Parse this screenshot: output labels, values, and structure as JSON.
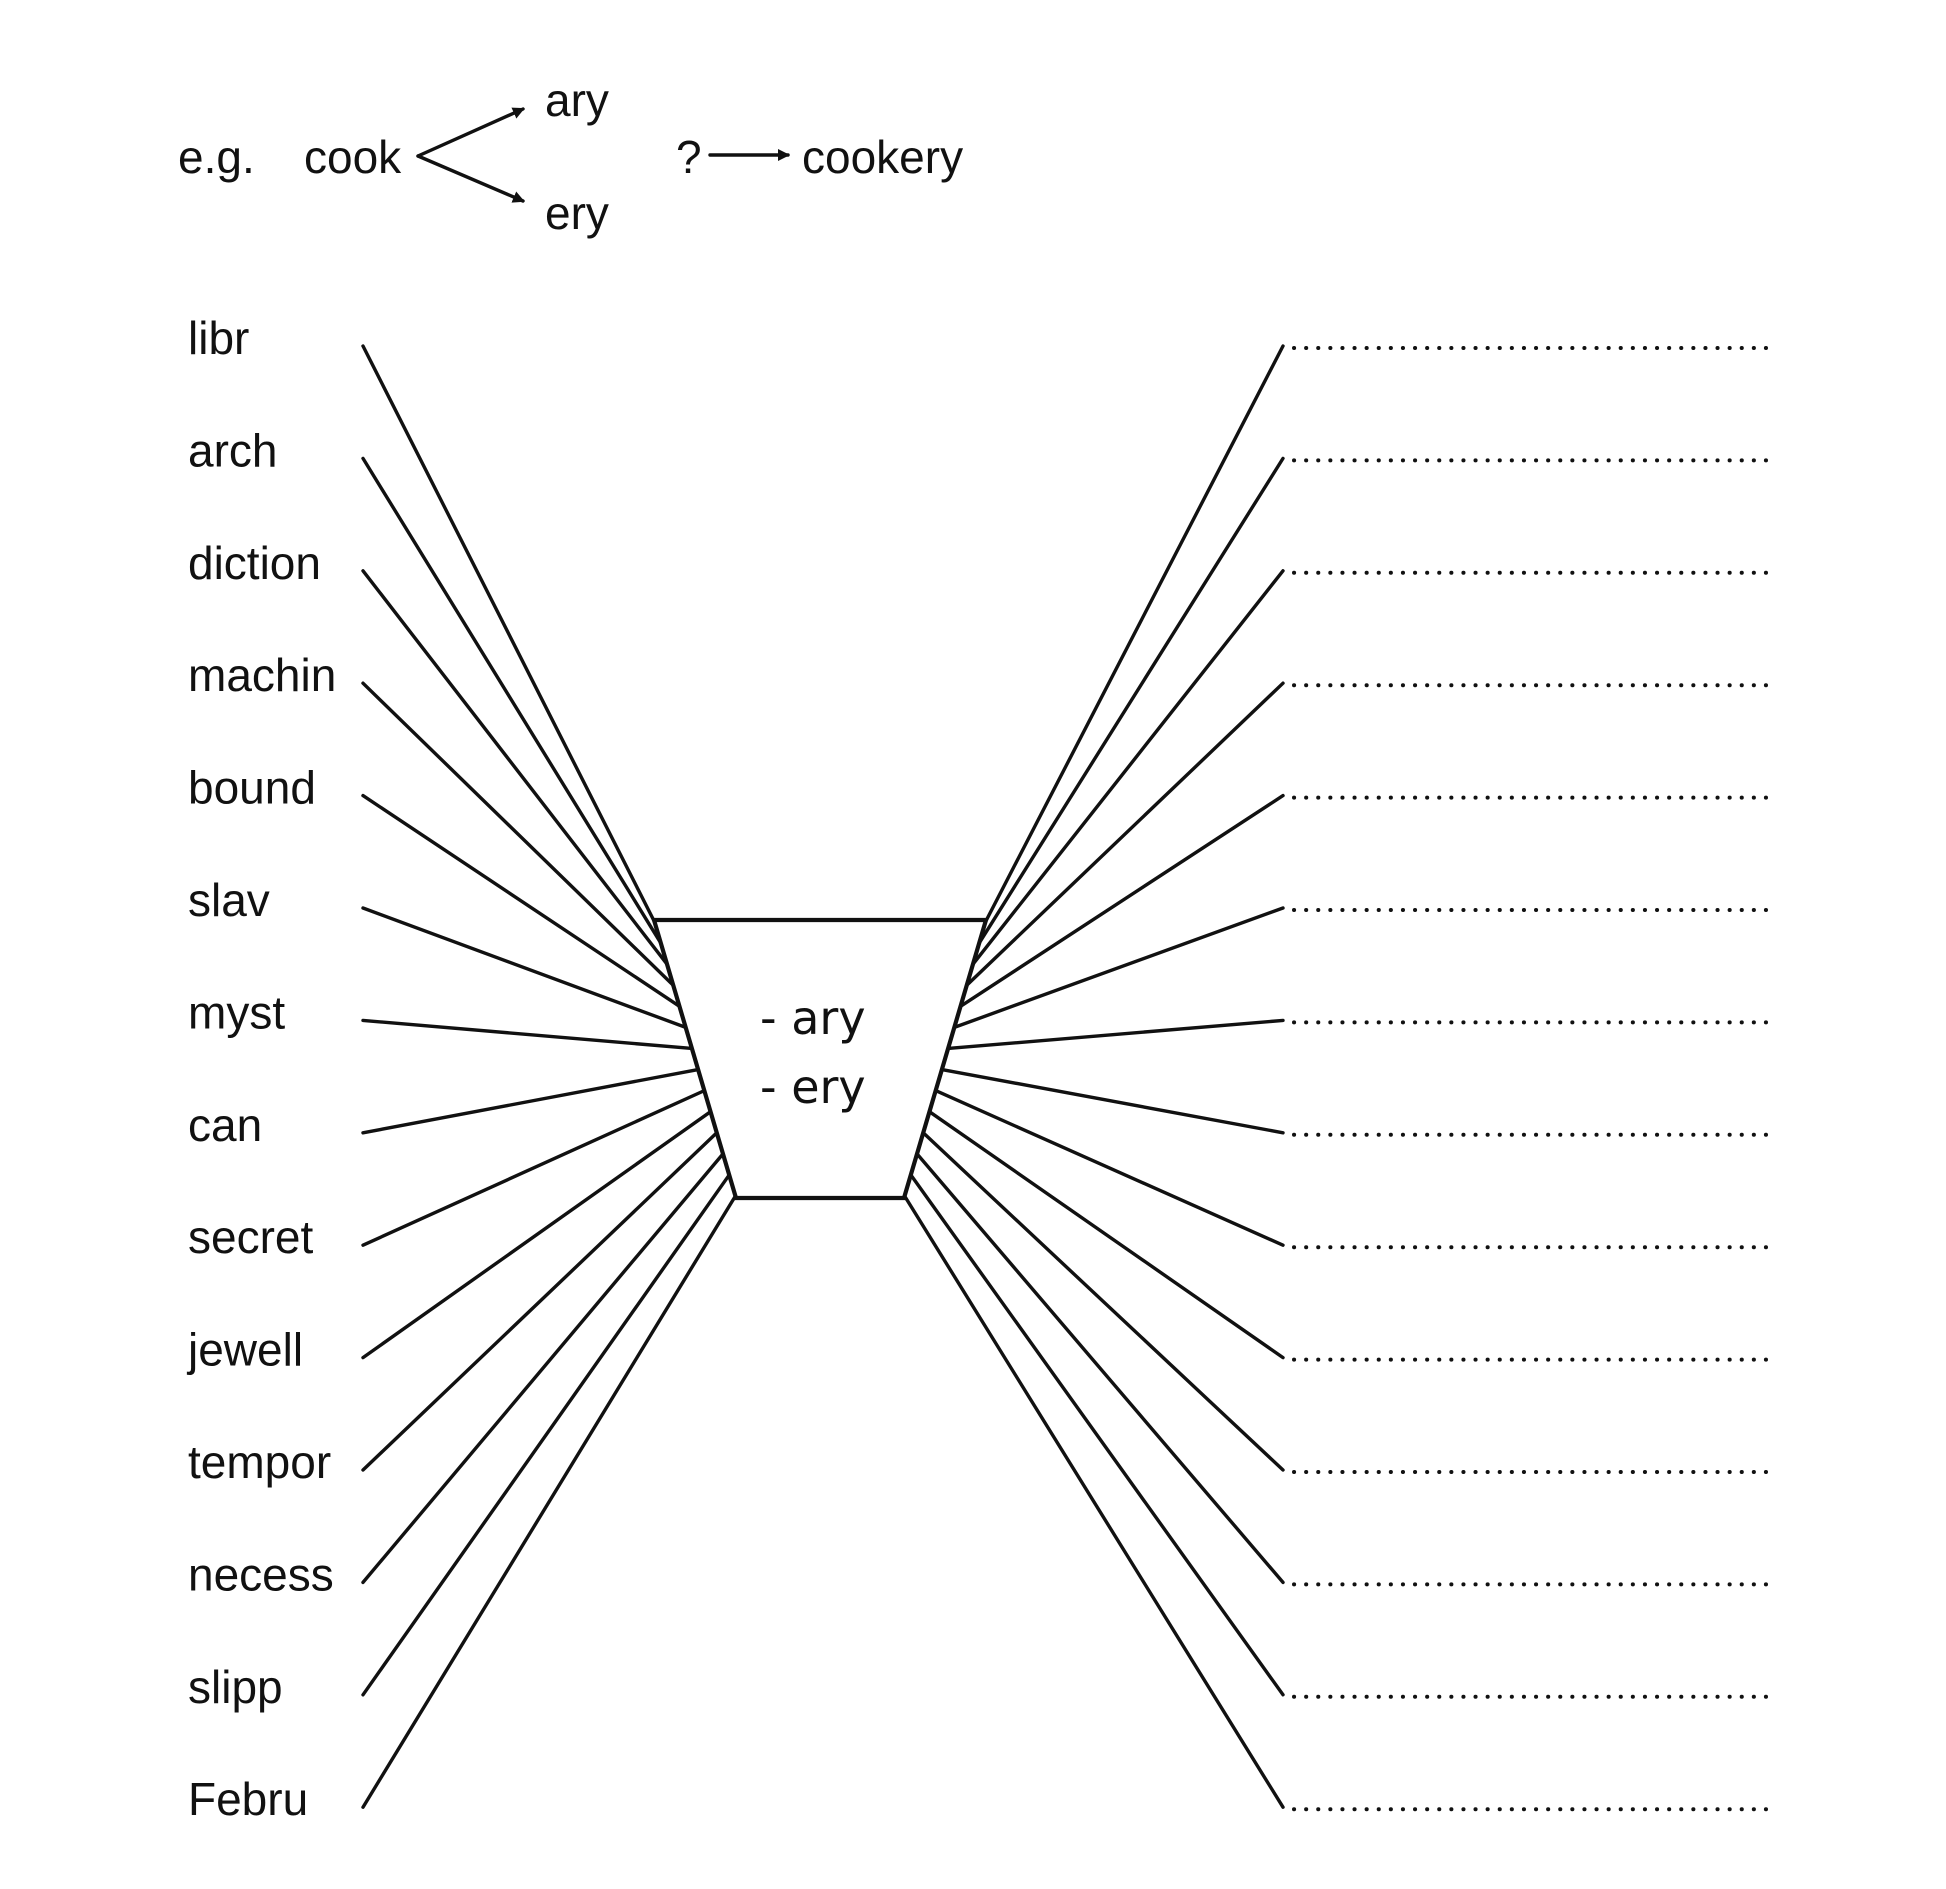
{
  "example": {
    "lead": "e.g.",
    "stem": "cook",
    "upper_suffix": "ary",
    "lower_suffix": "ery",
    "question_mark": "?",
    "result": "cookery"
  },
  "center_box": {
    "suffixes": [
      "- ary",
      "- ery"
    ]
  },
  "stems": [
    "libr",
    "arch",
    "diction",
    "machin",
    "bound",
    "slav",
    "myst",
    "can",
    "secret",
    "jewell",
    "tempor",
    "necess",
    "slipp",
    "Febru"
  ],
  "answer_blank_count": 14
}
